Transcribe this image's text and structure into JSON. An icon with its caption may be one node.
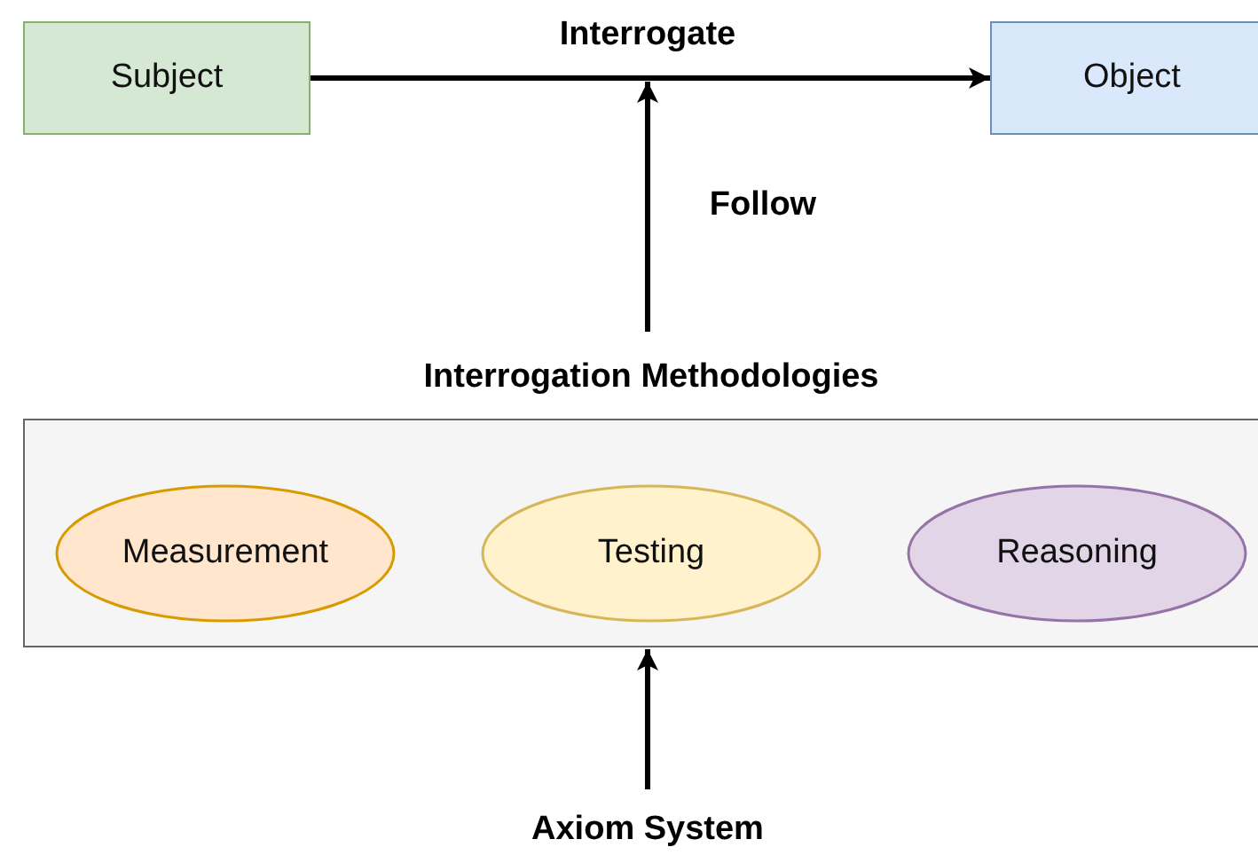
{
  "diagram": {
    "nodes": [
      {
        "text": [
          "Subject"
        ]
      },
      {
        "text": [
          "Object"
        ]
      },
      {
        "text": [
          "Interrogation Methodologies"
        ]
      },
      {
        "text": [
          "Measurement"
        ],
        "in": 2
      },
      {
        "text": [
          "Testing"
        ],
        "in": 2
      },
      {
        "text": [
          "Reasoning"
        ],
        "in": 2
      },
      {
        "text": [
          "Axiom System"
        ]
      }
    ],
    "edges": [
      {
        "from": 0,
        "to": 1,
        "arrow": "to",
        "label": "Interrogate"
      },
      {
        "from": 2,
        "to": null,
        "arrow": "to",
        "label": "Follow"
      },
      {
        "from": 6,
        "to": 2,
        "arrow": "to"
      }
    ]
  }
}
